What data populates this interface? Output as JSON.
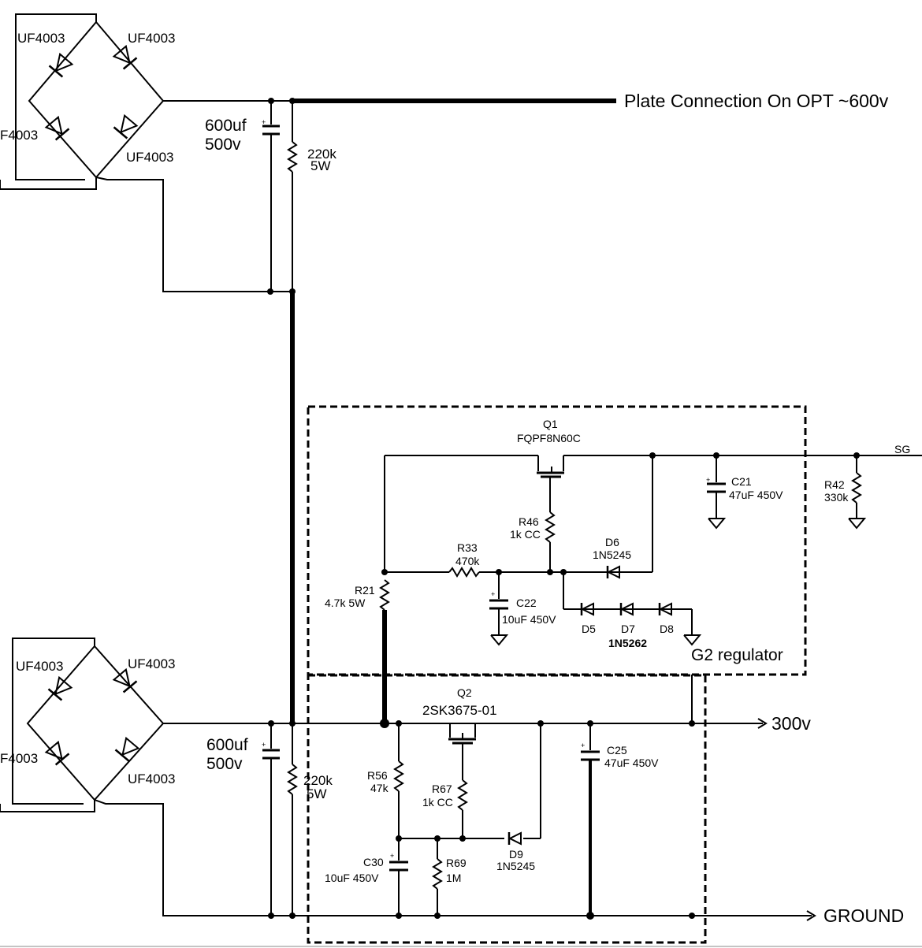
{
  "upper_supply": {
    "diodes": [
      "UF4003",
      "UF4003",
      "F4003",
      "UF4003"
    ],
    "capacitor": [
      "600uf",
      "500v"
    ],
    "resistor": [
      "220k",
      "5W"
    ],
    "output_label": "Plate Connection On OPT ~600v"
  },
  "lower_supply": {
    "diodes": [
      "UF4003",
      "UF4003",
      "F4003",
      "UF4003"
    ],
    "capacitor": [
      "600uf",
      "500v"
    ],
    "resistor": [
      "220k",
      "5W"
    ],
    "output_label": "300v",
    "ground_label": "GROUND"
  },
  "g2_regulator": {
    "title": "G2 regulator",
    "q1": [
      "Q1",
      "FQPF8N60C"
    ],
    "sg_label": "SG",
    "c21": [
      "C21",
      "47uF 450V"
    ],
    "r42": [
      "R42",
      "330k"
    ],
    "r46": [
      "R46",
      "1k CC"
    ],
    "r33": [
      "R33",
      "470k"
    ],
    "d6": [
      "D6",
      "1N5245"
    ],
    "r21": [
      "R21",
      "4.7k 5W"
    ],
    "c22": [
      "C22",
      "10uF 450V"
    ],
    "d_chain": [
      "D5",
      "D7",
      "D8"
    ],
    "d_chain_part": "1N5262"
  },
  "lower_regulator": {
    "q2": [
      "Q2",
      "2SK3675-01"
    ],
    "c25": [
      "C25",
      "47uF 450V"
    ],
    "r56": [
      "R56",
      "47k"
    ],
    "r67": [
      "R67",
      "1k CC"
    ],
    "c30": [
      "C30",
      "10uF 450V"
    ],
    "r69": [
      "R69",
      "1M"
    ],
    "d9": [
      "D9",
      "1N5245"
    ]
  }
}
